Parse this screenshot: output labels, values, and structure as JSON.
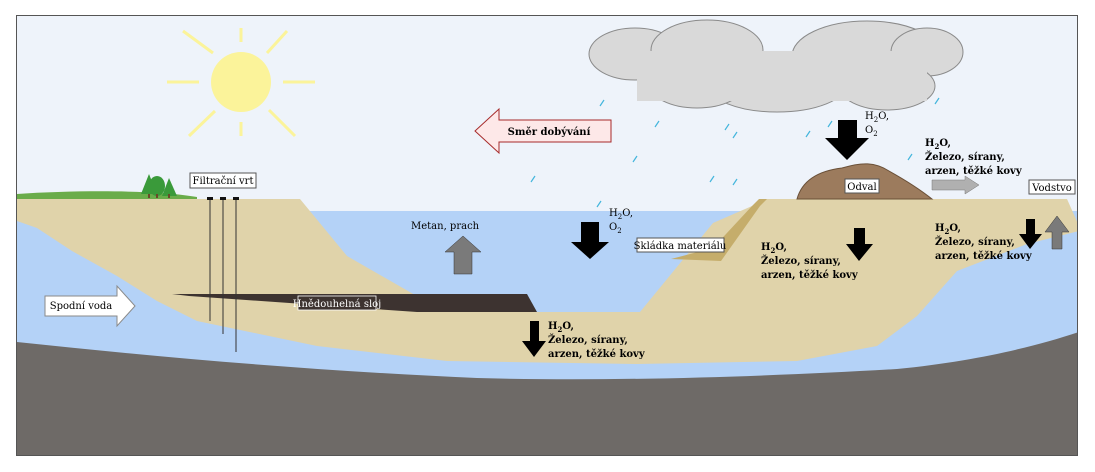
{
  "colors": {
    "sky": "#eef3fa",
    "ground_sand": "#e0d3aa",
    "water": "#b4d2f7",
    "bedrock": "#6e6a67",
    "coal_seam": "#3d3330",
    "spoil_heap": "#9c7b5d",
    "grass": "#6aac4a",
    "sun": "#fbf39a",
    "cloud": "#d9d9d9",
    "rain": "#43b5dc",
    "arrow_dark": "#000000",
    "arrow_grey": "#7a7a7a",
    "direction_arrow_fill": "#fde8e8",
    "direction_arrow_stroke": "#a62a2a"
  },
  "labels": {
    "filtracni_vrt": "Filtrační vrt",
    "smer_dobyvani": "Směr dobývání",
    "odval": "Odval",
    "vodstvo": "Vodstvo",
    "skladka": "Skládka materiálu",
    "metan": "Metan, prach",
    "hnedouhelna_sloj": "Hnědouhelná sloj",
    "spodni_voda": "Spodní voda"
  },
  "chem": {
    "h": "H",
    "two": "2",
    "o_comma": "O,",
    "o": "O",
    "line_zelezo": "Železo, sírany,",
    "line_arzen": "arzen, těžké kovy"
  },
  "icons": {
    "sun": "sun-icon",
    "cloud": "cloud-icon",
    "tree": "tree-icon",
    "arrow_down": "arrow-down-icon",
    "arrow_up": "arrow-up-icon",
    "arrow_right": "arrow-right-icon",
    "arrow_left": "arrow-left-icon"
  }
}
